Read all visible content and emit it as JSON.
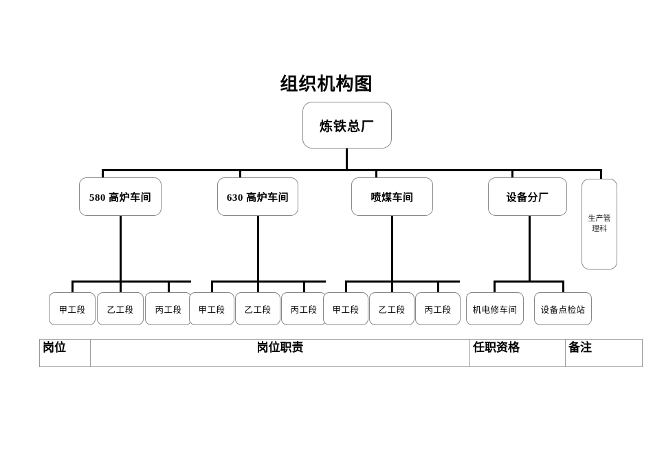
{
  "title": "组织机构图",
  "org_chart": {
    "root": {
      "label": "炼铁总厂"
    },
    "level2": [
      {
        "label": "580 高炉车间"
      },
      {
        "label": "630 高炉车间"
      },
      {
        "label": "喷煤车间"
      },
      {
        "label": "设备分厂"
      }
    ],
    "aside": {
      "label": "生产管理科"
    },
    "groups": [
      {
        "parent": "580 高炉车间",
        "children": [
          "甲工段",
          "乙工段",
          "丙工段"
        ]
      },
      {
        "parent": "630 高炉车间",
        "children": [
          "甲工段",
          "乙工段",
          "丙工段"
        ]
      },
      {
        "parent": "喷煤车间",
        "children": [
          "甲工段",
          "乙工段",
          "丙工段"
        ]
      },
      {
        "parent": "设备分厂",
        "children": [
          "机电修车间",
          "设备点检站"
        ]
      }
    ]
  },
  "leaves": {
    "g1": [
      "甲工段",
      "乙工段",
      "丙工段"
    ],
    "g2": [
      "甲工段",
      "乙工段",
      "丙工段"
    ],
    "g3": [
      "甲工段",
      "乙工段",
      "丙工段"
    ],
    "g4": [
      "机电修车间",
      "设备点检站"
    ]
  },
  "table": {
    "headers": [
      "岗位",
      "岗位职责",
      "任职资格",
      "备注"
    ]
  },
  "colors": {
    "connector": "#000000",
    "node_border": "#888888",
    "table_border": "#9a9a9a",
    "text": "#000000",
    "background": "#ffffff"
  }
}
